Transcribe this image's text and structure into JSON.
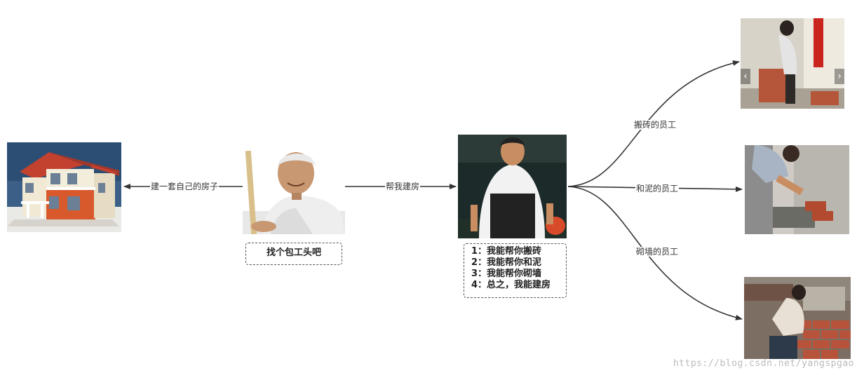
{
  "nodes": {
    "house": {
      "icon": "house-icon"
    },
    "old_man": {
      "icon": "old-man-photo-icon",
      "caption": "找个包工头吧"
    },
    "foreman": {
      "icon": "foreman-photo-icon",
      "steps": [
        "1：我能帮你搬砖",
        "2：我能帮你和泥",
        "3：我能帮你砌墙",
        "4：总之，我能建房"
      ]
    },
    "worker_bricks": {
      "icon": "brick-carrying-photo-icon"
    },
    "worker_mortar": {
      "icon": "mortar-mixing-photo-icon"
    },
    "worker_wall": {
      "icon": "wall-building-photo-icon"
    }
  },
  "edges": {
    "build_own_house": "建一套自己的房子",
    "help_build": "帮我建房",
    "brick_worker": "搬砖的员工",
    "mortar_worker": "和泥的员工",
    "wall_worker": "砌墙的员工"
  },
  "watermark": "https://blog.csdn.net/yangspgao"
}
